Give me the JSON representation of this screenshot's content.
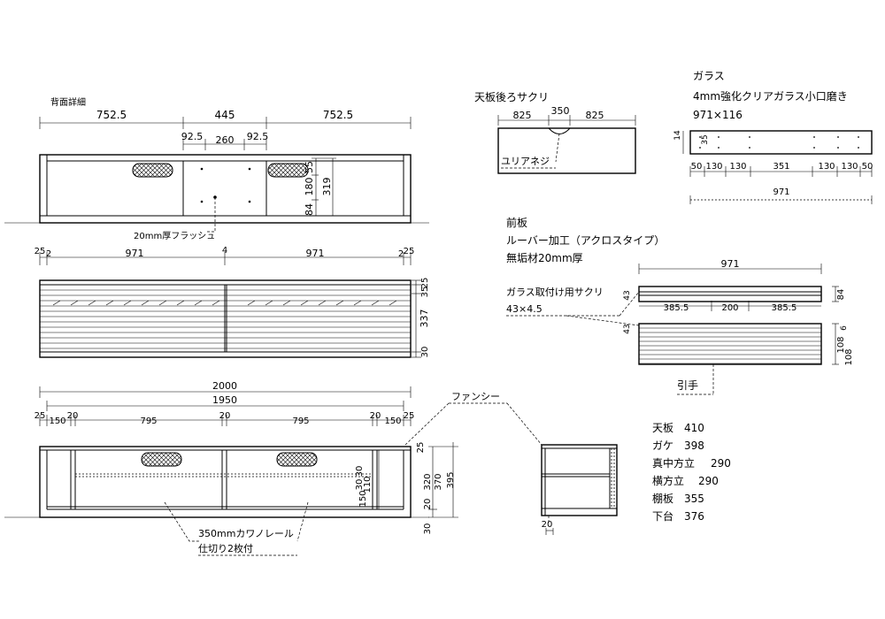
{
  "rear": {
    "title": "背面詳細",
    "dims_top": [
      "752.5",
      "445",
      "752.5"
    ],
    "dims_sub": [
      "92.5",
      "260",
      "92.5"
    ],
    "dims_right": [
      "55",
      "180",
      "84",
      "319"
    ],
    "flush_label": "20mm厚フラッシュ"
  },
  "front": {
    "dims_top": [
      "25",
      "2",
      "971",
      "4",
      "971",
      "2",
      "25"
    ],
    "dims_right": [
      "25",
      "35",
      "337",
      "30"
    ]
  },
  "bottom": {
    "dims_total": "2000",
    "dims_inner": "1950",
    "dims_row": [
      "25",
      "150",
      "20",
      "795",
      "20",
      "795",
      "20",
      "150",
      "25"
    ],
    "dims_right": [
      "25",
      "30",
      "30",
      "110",
      "150",
      "320",
      "20",
      "370",
      "395",
      "30"
    ],
    "rail_label": [
      "350mmカワノレール",
      "仕切り2枚付"
    ]
  },
  "fancy": {
    "label": "ファンシー",
    "dim": "20"
  },
  "top_groove": {
    "title": "天板後ろサクリ",
    "dims": [
      "825",
      "350",
      "825"
    ],
    "screw_label": "ユリアネジ"
  },
  "glass": {
    "title": "ガラス",
    "spec": "4mm強化クリアガラス小口磨き",
    "size": "971×116",
    "dims_left": [
      "14",
      "35"
    ],
    "dims_row": [
      "50",
      "130",
      "130",
      "351",
      "130",
      "130",
      "50"
    ],
    "dims_total": "971"
  },
  "front_panel": {
    "title": "前板",
    "line1": "ルーバー加工（アクロスタイプ）",
    "line2": "無垢材20mm厚",
    "groove_label": "ガラス取付け用サクリ",
    "groove_size": "43×4.5",
    "dims_top": "971",
    "dims_mid": [
      "385.5",
      "200",
      "385.5"
    ],
    "dims_side": [
      "43",
      "43"
    ],
    "dims_right": [
      "84",
      "6",
      "108",
      "108"
    ],
    "handle_label": "引手"
  },
  "parts_list": [
    {
      "name": "天板",
      "value": "410"
    },
    {
      "name": "ガケ",
      "value": "398"
    },
    {
      "name": "真中方立",
      "value": "290"
    },
    {
      "name": "横方立",
      "value": "290"
    },
    {
      "name": "棚板",
      "value": "355"
    },
    {
      "name": "下台",
      "value": "376"
    }
  ]
}
